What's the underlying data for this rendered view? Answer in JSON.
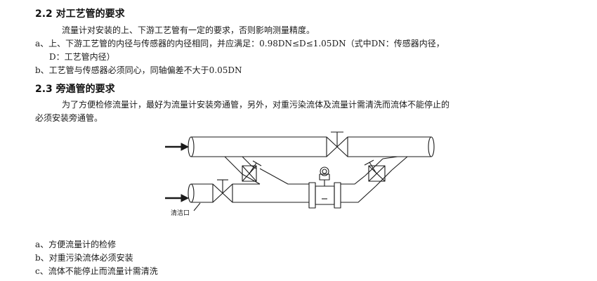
{
  "section_22": {
    "heading": "2.2 对工艺管的要求",
    "intro": "流量计对安装的上、下游工艺管有一定的要求，否则影响测量精度。",
    "item_a_line1": "a、上、下游工艺管的内径与传感器的内径相同，并应满足：0.98DN≤D≤1.05DN（式中DN：传感器内径，",
    "item_a_line2": "D：工艺管内径）",
    "item_b": "b、工艺管与传感器必须同心，同轴偏差不大于0.05DN"
  },
  "section_23": {
    "heading": "2.3 旁通管的要求",
    "para_line1": "为了方便检修流量计，最好为流量计安装旁通管，另外，对重污染流体及流量计需清洗而流体不能停止的",
    "para_line2": "必须安装旁通管。"
  },
  "diagram": {
    "cleanout_label": "清洁口"
  },
  "list": {
    "a": "a、方便流量计的检修",
    "b": "b、对重污染流体必须安装",
    "c": "c、流体不能停止而流量计需清洗"
  },
  "colors": {
    "text": "#1a1a1a",
    "line": "#1a1a1a"
  }
}
